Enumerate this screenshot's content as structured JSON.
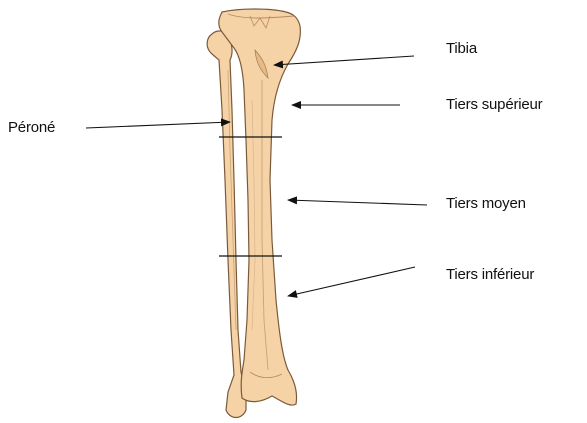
{
  "labels": {
    "tibia": "Tibia",
    "tiers_superieur": "Tiers supérieur",
    "tiers_moyen": "Tiers moyen",
    "tiers_inferieur": "Tiers inférieur",
    "perone": "Péroné"
  },
  "colors": {
    "bone_fill": "#f6d3a7",
    "bone_outline": "#7a5a3a",
    "bone_shade": "#e6b987",
    "line": "#111111"
  }
}
